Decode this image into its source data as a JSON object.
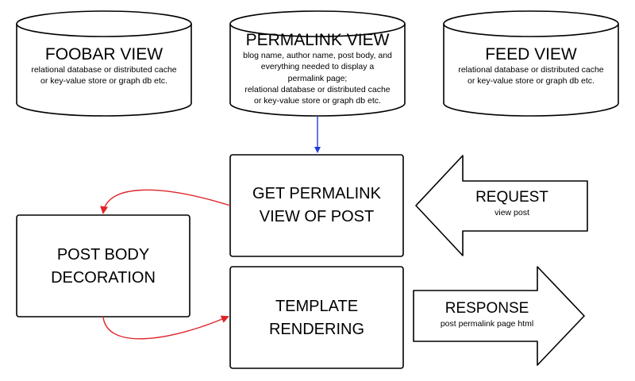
{
  "databases": [
    {
      "title": "FOOBAR VIEW",
      "lines": [
        "relational database or distributed cache",
        "or key-value store or graph db etc."
      ]
    },
    {
      "title": "PERMALINK VIEW",
      "lines": [
        "blog name, author name, post body, and",
        "everything needed to display a",
        "permalink page;",
        "relational database or distributed cache",
        "or key-value store or graph db etc."
      ]
    },
    {
      "title": "FEED VIEW",
      "lines": [
        "relational database or distributed cache",
        "or key-value store or graph db etc."
      ]
    }
  ],
  "boxes": {
    "get_permalink": [
      "GET PERMALINK",
      "VIEW OF POST"
    ],
    "post_body": [
      "POST BODY",
      "DECORATION"
    ],
    "template": [
      "TEMPLATE",
      "RENDERING"
    ]
  },
  "request": {
    "title": "REQUEST",
    "subtitle": "view post"
  },
  "response": {
    "title": "RESPONSE",
    "subtitle": "post permalink page html"
  },
  "colors": {
    "stroke": "#000000",
    "blue_arrow": "#1f3ddb",
    "red_arrow": "#e0242b"
  }
}
